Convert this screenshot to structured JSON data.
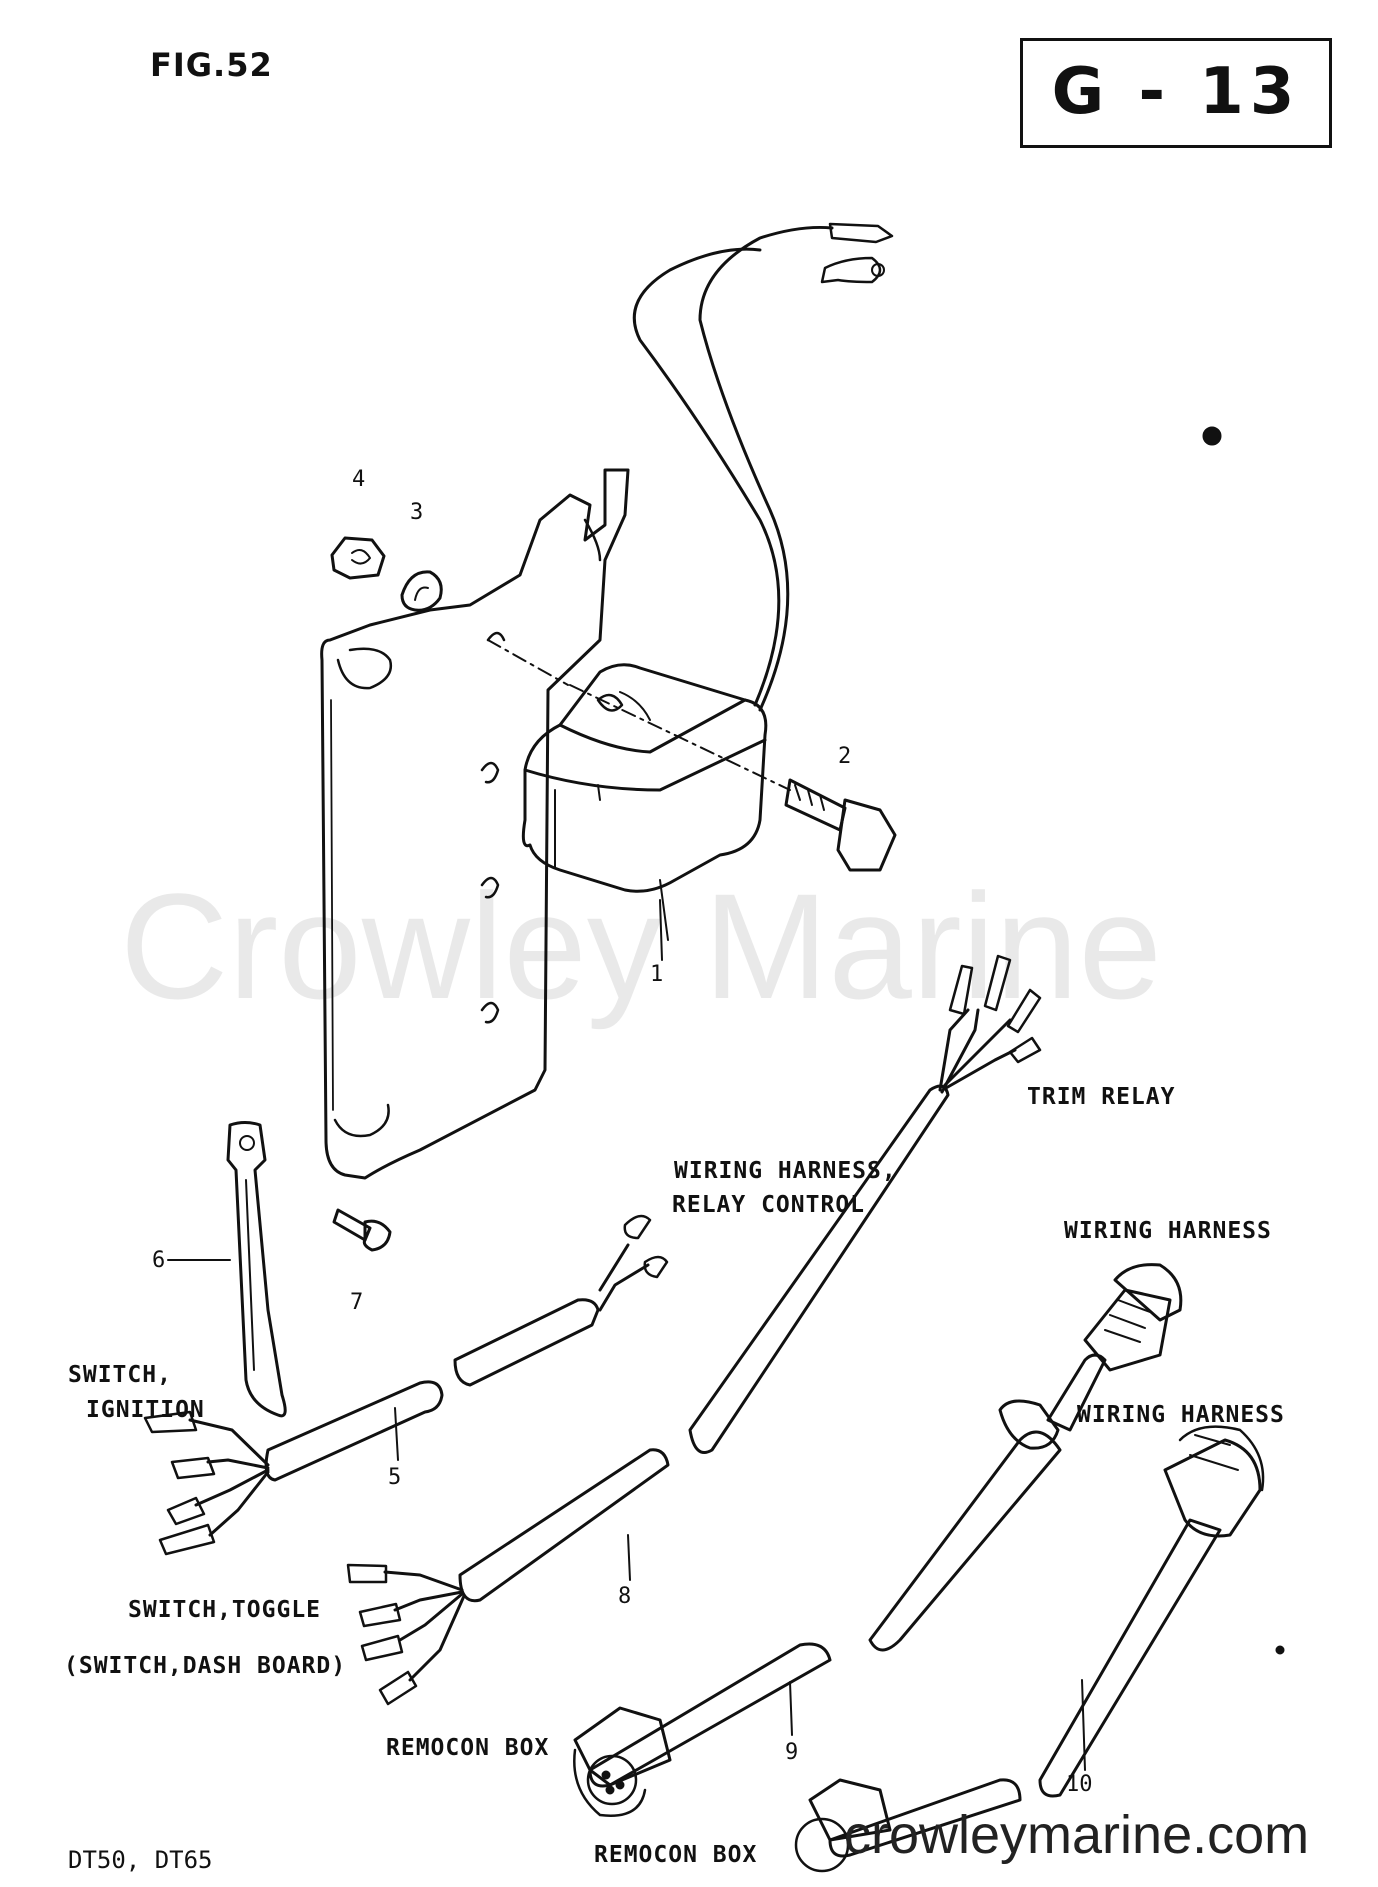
{
  "figure": {
    "title": "FIG.52",
    "page_code": "G - 13"
  },
  "labels": {
    "trim_relay": "TRIM RELAY",
    "wiring_harness_relay_line1": "WIRING HARNESS,",
    "wiring_harness_relay_line2": "RELAY CONTROL",
    "wiring_harness_a": "WIRING HARNESS",
    "wiring_harness_b": "WIRING HARNESS",
    "switch_ignition_line1": "SWITCH,",
    "switch_ignition_line2": "IGNITION",
    "switch_toggle": "SWITCH,TOGGLE",
    "switch_dash_board": "(SWITCH,DASH BOARD)",
    "remocon_box_a": "REMOCON BOX",
    "remocon_box_b": "REMOCON BOX"
  },
  "part_numbers": [
    "1",
    "2",
    "3",
    "4",
    "5",
    "6",
    "7",
    "8",
    "9",
    "10"
  ],
  "footer": {
    "models": "DT50, DT65",
    "url": "crowleymarine.com"
  },
  "watermark": "Crowley Marine"
}
